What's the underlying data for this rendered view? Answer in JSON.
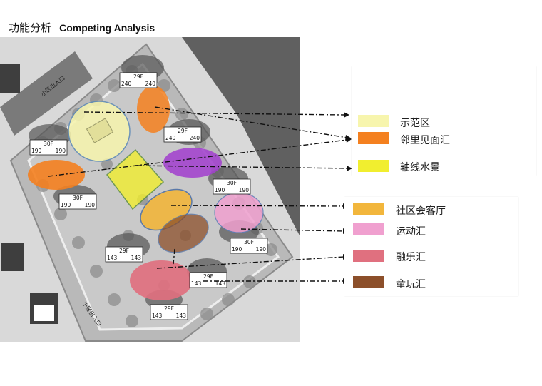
{
  "header": {
    "title_cn": "功能分析",
    "title_en": "Competing Analysis"
  },
  "map": {
    "entrance_labels": [
      "小区出入口",
      "小区出入口"
    ],
    "buildings": [
      {
        "floors": "29F",
        "left": "240",
        "right": "240"
      },
      {
        "floors": "30F",
        "left": "190",
        "right": "190"
      },
      {
        "floors": "29F",
        "left": "240",
        "right": "240"
      },
      {
        "floors": "30F",
        "left": "190",
        "right": "190"
      },
      {
        "floors": "30F",
        "left": "190",
        "right": "190"
      },
      {
        "floors": "29F",
        "left": "143",
        "right": "143"
      },
      {
        "floors": "30F",
        "left": "190",
        "right": "190"
      },
      {
        "floors": "29F",
        "left": "143",
        "right": "143"
      },
      {
        "floors": "29F",
        "left": "143",
        "right": "143"
      }
    ]
  },
  "legend": [
    {
      "label": "示范区",
      "color": "#f7f5ad"
    },
    {
      "label": "邻里见面汇",
      "color": "#f4801f"
    },
    {
      "label": "轴线水景",
      "color": "#f1ee2f"
    },
    {
      "label": "社区会客厅",
      "color": "#f2b63c"
    },
    {
      "label": "运动汇",
      "color": "#f0a0cf"
    },
    {
      "label": "融乐汇",
      "color": "#e0707f"
    },
    {
      "label": "童玩汇",
      "color": "#8c4f2a"
    }
  ]
}
